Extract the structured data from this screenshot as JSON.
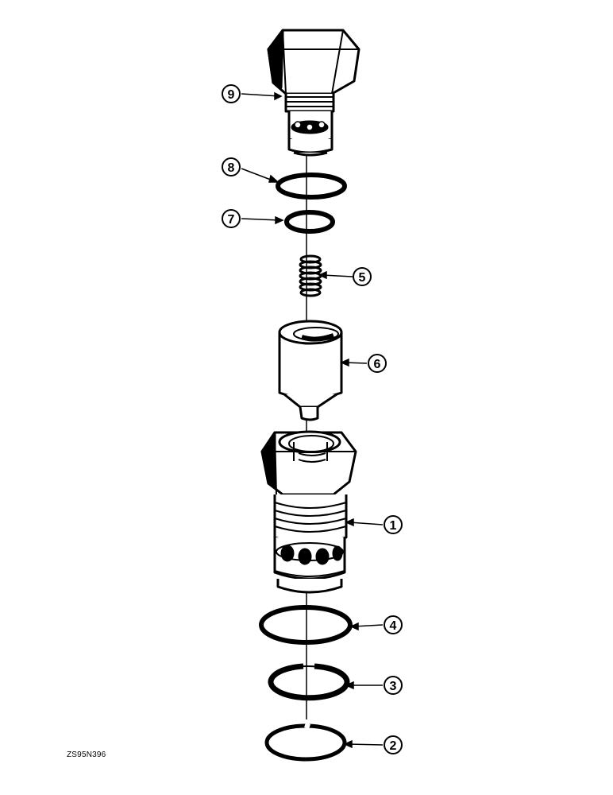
{
  "figure_code": "ZS95N396",
  "callouts": {
    "c1": "1",
    "c2": "2",
    "c3": "3",
    "c4": "4",
    "c5": "5",
    "c6": "6",
    "c7": "7",
    "c8": "8",
    "c9": "9"
  }
}
